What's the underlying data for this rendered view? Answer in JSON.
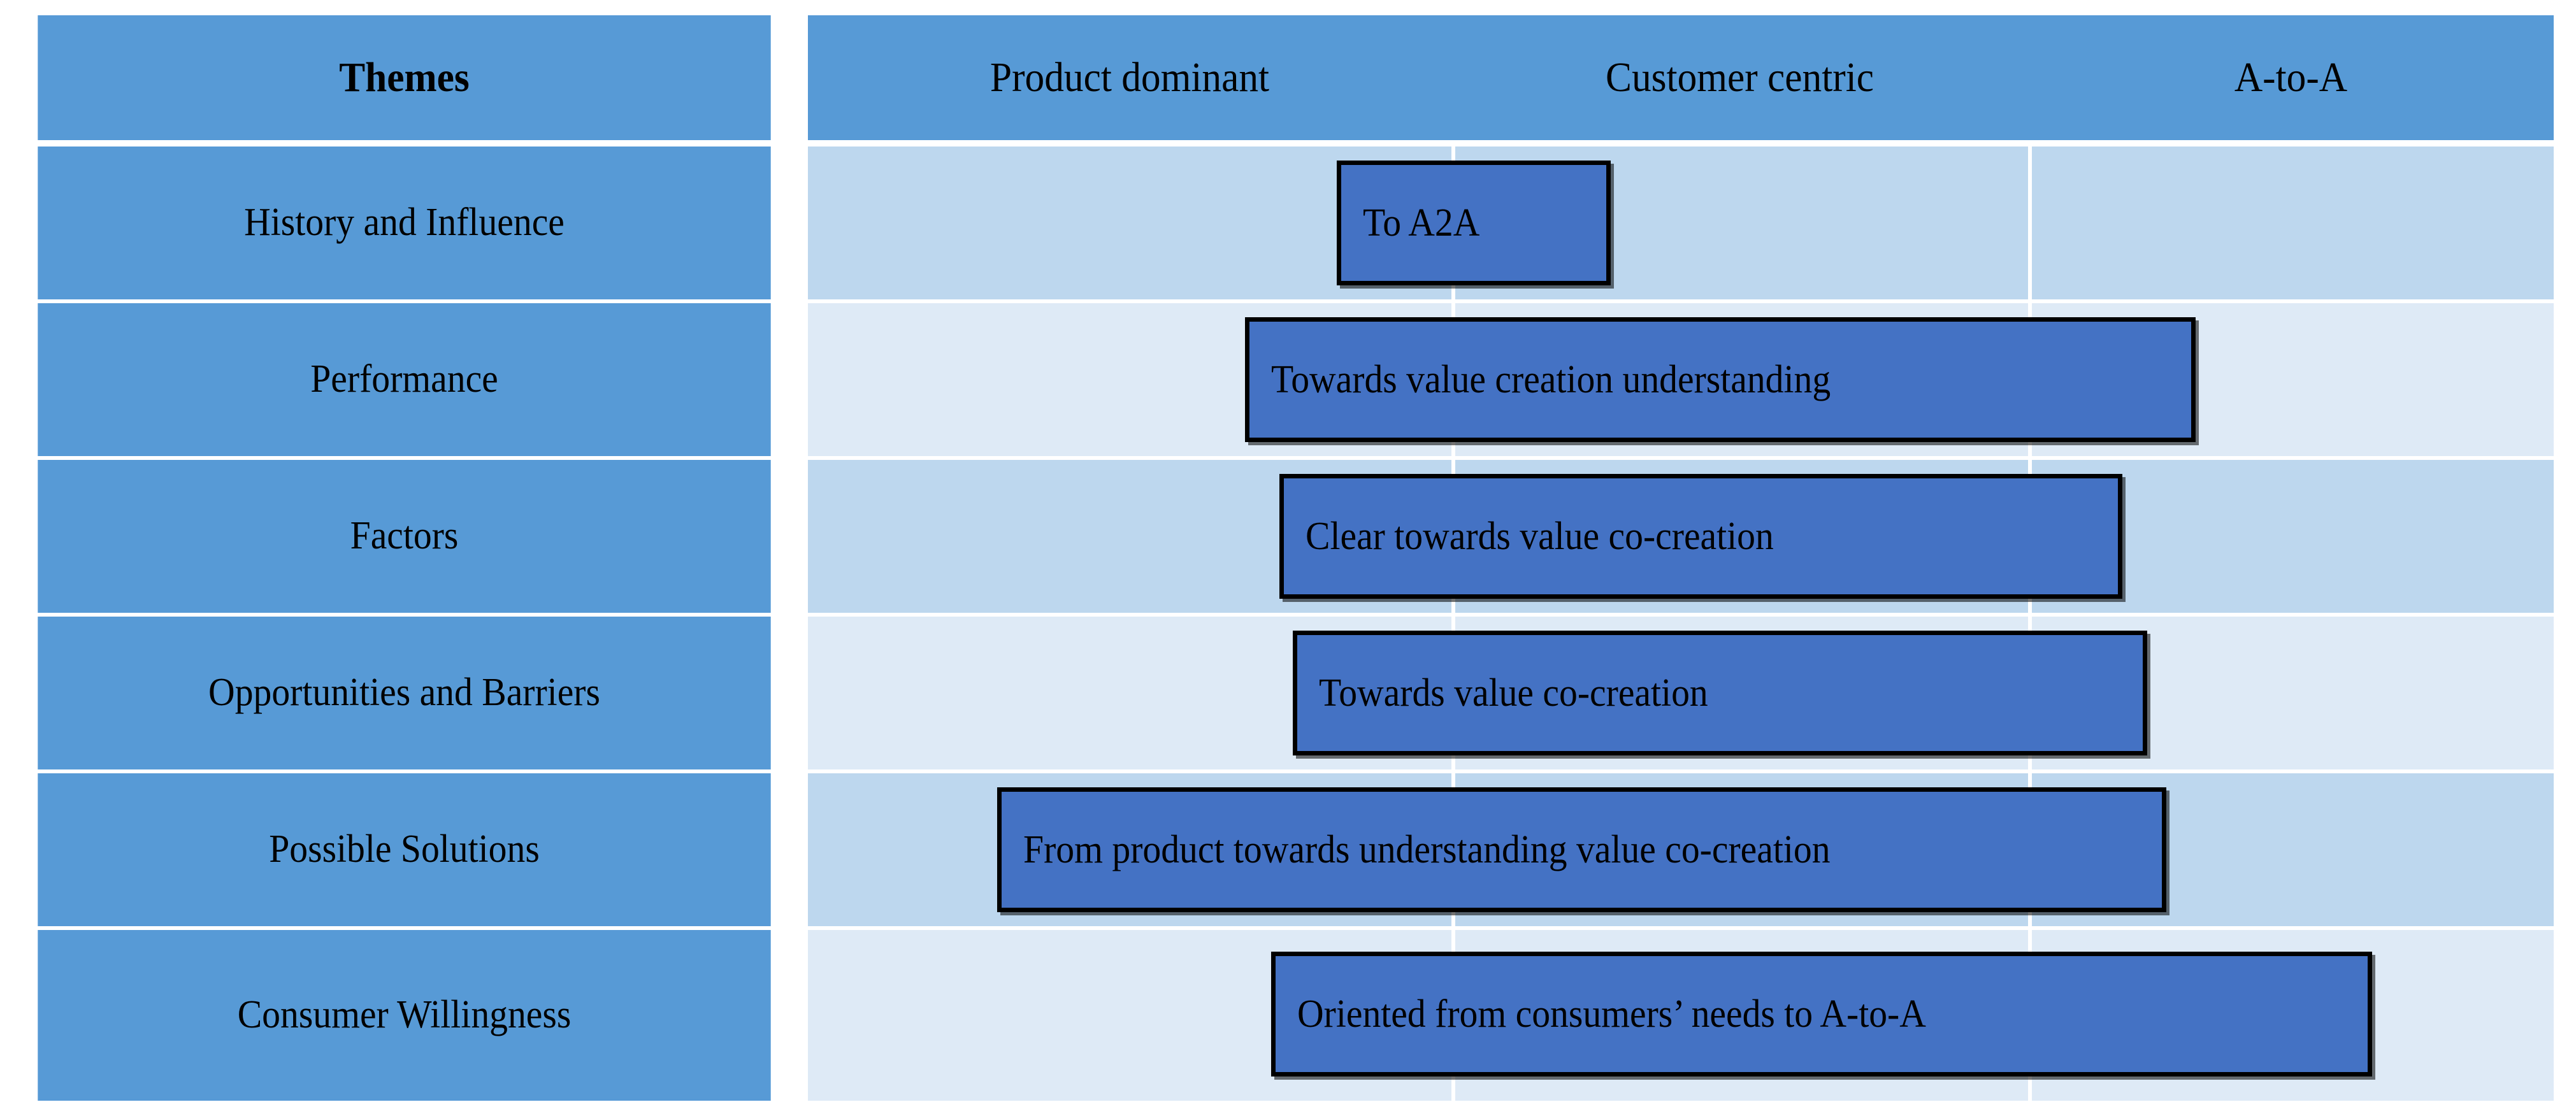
{
  "chart_data": {
    "type": "bar",
    "title": "Themes",
    "xlabel": "",
    "ylabel": "Themes",
    "grid": true,
    "legend": "none",
    "axis_categories": [
      "Product dominant",
      "Customer centric",
      "A-to-A"
    ],
    "categories": [
      "History and Influence",
      "Performance",
      "Factors",
      "Opportunities and Barriers",
      "Possible Solutions",
      "Consumer Willingness"
    ],
    "annotations": [
      "To A2A",
      "Towards value creation understanding",
      "Clear towards value co-creation",
      "Towards value co-creation",
      "From product towards understanding value co-creation",
      "Oriented from consumers’ needs to A-to-A"
    ],
    "bars": [
      {
        "label": "To A2A",
        "start_pct": 30.3,
        "end_pct": 46.0
      },
      {
        "label": "Towards value creation understanding",
        "start_pct": 25.0,
        "end_pct": 79.5
      },
      {
        "label": "Clear towards value co-creation",
        "start_pct": 27.0,
        "end_pct": 75.3
      },
      {
        "label": "Towards value co-creation",
        "start_pct": 27.8,
        "end_pct": 76.7
      },
      {
        "label": "From product towards understanding value co-creation",
        "start_pct": 10.9,
        "end_pct": 77.8
      },
      {
        "label": "Oriented from consumers’ needs to A-to-A",
        "start_pct": 26.5,
        "end_pct": 89.5
      }
    ]
  },
  "colors": {
    "header_fill": "#579AD6",
    "label_fill": "#579AD6",
    "band_odd": "#BDD7EE",
    "band_even": "#DEEAF6",
    "bar_fill": "#4472C4",
    "bar_border": "#000000",
    "gridline": "#FFFFFF",
    "text": "#000000"
  },
  "header": {
    "themes_label": "Themes",
    "columns": [
      {
        "label": "Product dominant"
      },
      {
        "label": "Customer centric"
      },
      {
        "label": "A-to-A"
      }
    ]
  },
  "rows": [
    {
      "theme": "History and Influence",
      "bar": "To A2A"
    },
    {
      "theme": "Performance",
      "bar": "Towards value creation understanding"
    },
    {
      "theme": "Factors",
      "bar": "Clear towards value co-creation"
    },
    {
      "theme": "Opportunities and Barriers",
      "bar": "Towards value co-creation"
    },
    {
      "theme": "Possible Solutions",
      "bar": "From product towards understanding value co-creation"
    },
    {
      "theme": "Consumer Willingness",
      "bar": "Oriented from consumers’ needs to A-to-A"
    }
  ]
}
